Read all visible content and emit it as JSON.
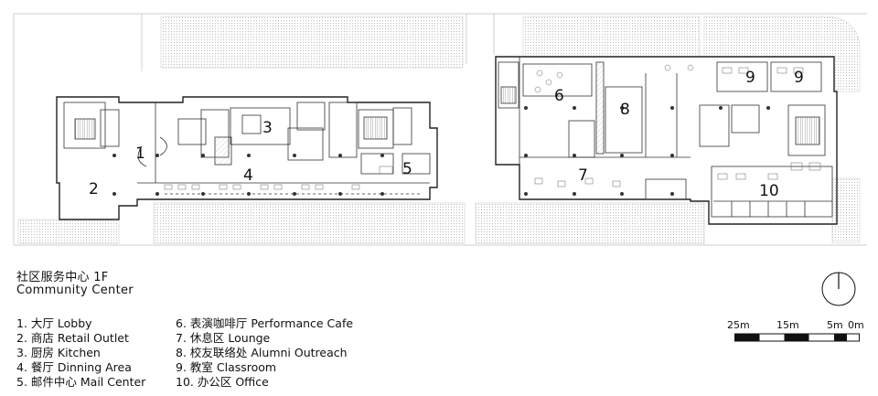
{
  "title": {
    "zh": "社区服务中心 1F",
    "en": "Community Center"
  },
  "rooms": [
    "1",
    "2",
    "3",
    "4",
    "5",
    "6",
    "7",
    "8",
    "9",
    "9",
    "10"
  ],
  "legend": [
    "1. 大厅 Lobby",
    "2. 商店 Retail Outlet",
    "3. 厨房 Kitchen",
    "4. 餐厅 Dinning Area",
    "5. 邮件中心 Mail Center",
    "6. 表演咖啡厅 Performance Cafe",
    "7. 休息区 Lounge",
    "8. 校友联络处 Alumni Outreach",
    "9. 教室 Classroom",
    "10. 办公区 Office"
  ],
  "scale": {
    "labels": [
      "25m",
      "15m",
      "5m",
      "0m"
    ],
    "unit": "m"
  },
  "icons": [
    "north-arrow-icon"
  ],
  "colors": {
    "line": "#333333",
    "fill_light": "#f3f3f3"
  }
}
